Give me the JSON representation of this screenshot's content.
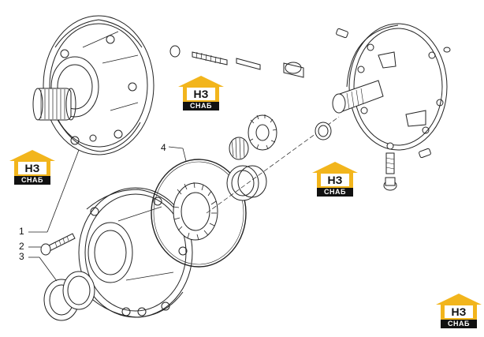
{
  "callouts": {
    "c1": "1",
    "c2": "2",
    "c3": "3",
    "c4": "4"
  },
  "logo": {
    "mark": "НЗ",
    "sub": "СНАБ",
    "color": "#f2b51c"
  }
}
